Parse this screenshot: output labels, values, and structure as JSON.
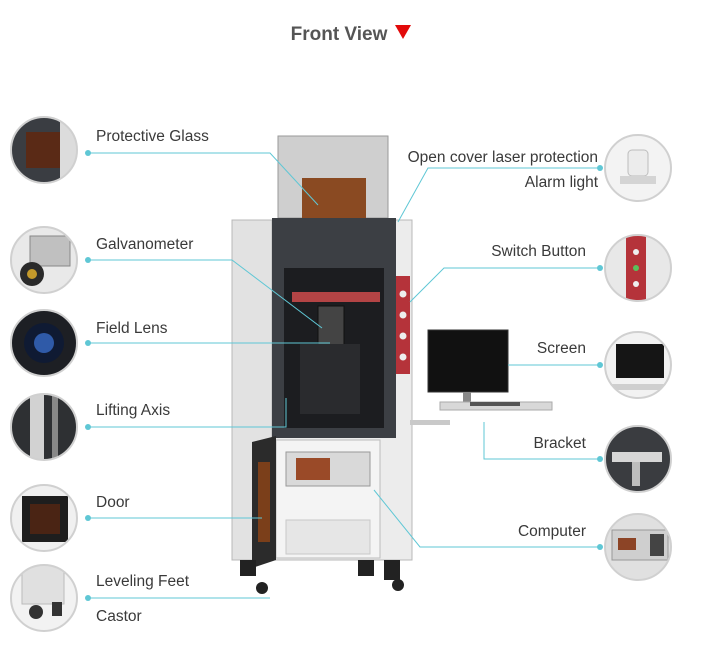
{
  "title": "Front View",
  "accent_color": "#e20a0a",
  "line_color": "#5fc7d5",
  "left_callouts": [
    {
      "label": "Protective Glass",
      "icon": "protective-glass-thumb"
    },
    {
      "label": "Galvanometer",
      "icon": "galvanometer-thumb"
    },
    {
      "label": "Field Lens",
      "icon": "field-lens-thumb"
    },
    {
      "label": "Lifting Axis",
      "icon": "lifting-axis-thumb"
    },
    {
      "label": "Door",
      "icon": "door-thumb"
    },
    {
      "label": "Leveling Feet",
      "icon": "leveling-feet-thumb"
    },
    {
      "label": "Castor",
      "icon": "castor-thumb"
    }
  ],
  "right_callouts": [
    {
      "label_line1": "Open cover laser protection",
      "label_line2": "Alarm light",
      "icon": "alarm-light-thumb"
    },
    {
      "label": "Switch Button",
      "icon": "switch-button-thumb"
    },
    {
      "label": "Screen",
      "icon": "screen-thumb"
    },
    {
      "label": "Bracket",
      "icon": "bracket-thumb"
    },
    {
      "label": "Computer",
      "icon": "computer-thumb"
    }
  ]
}
